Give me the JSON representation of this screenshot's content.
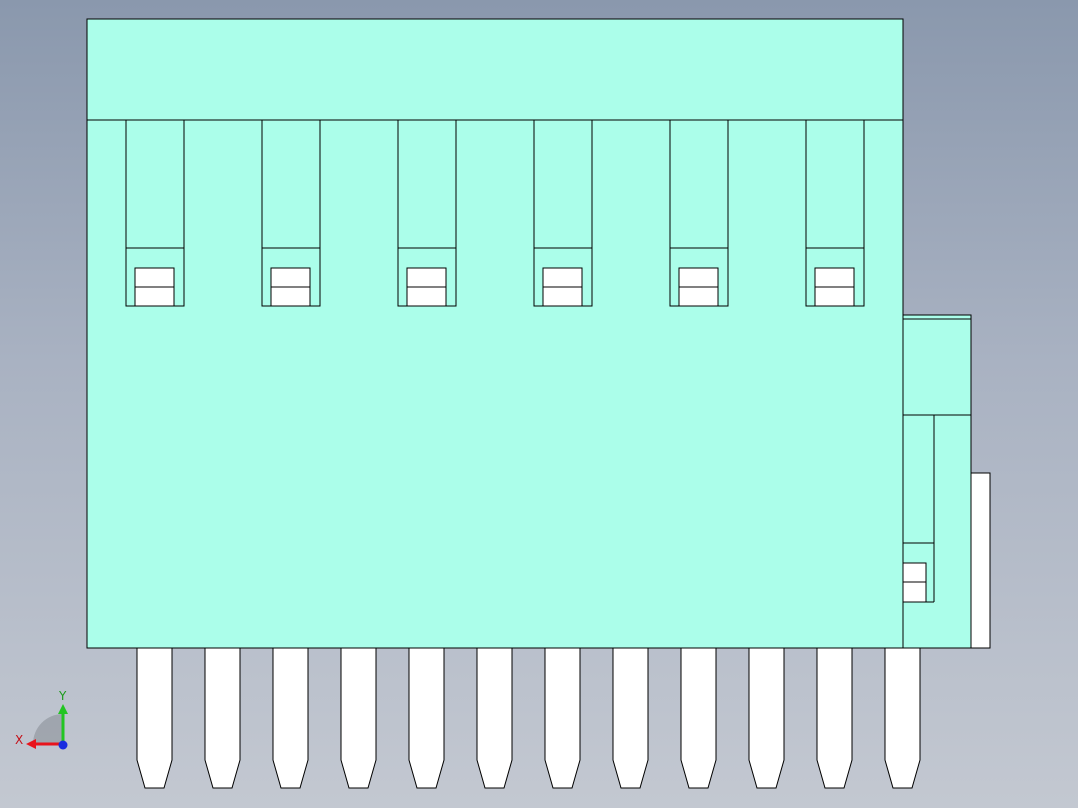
{
  "colors": {
    "body_fill": "#abfeea",
    "edge": "#000000",
    "pin_fill": "#ffffff",
    "x_axis": "#e8141c",
    "y_axis": "#22c522",
    "z_axis": "#1a2de0",
    "triad_fan": "#9aa0a8"
  },
  "drawing": {
    "slot_count": 6,
    "pin_count": 12
  },
  "triad": {
    "x_label": "X",
    "y_label": "Y"
  }
}
